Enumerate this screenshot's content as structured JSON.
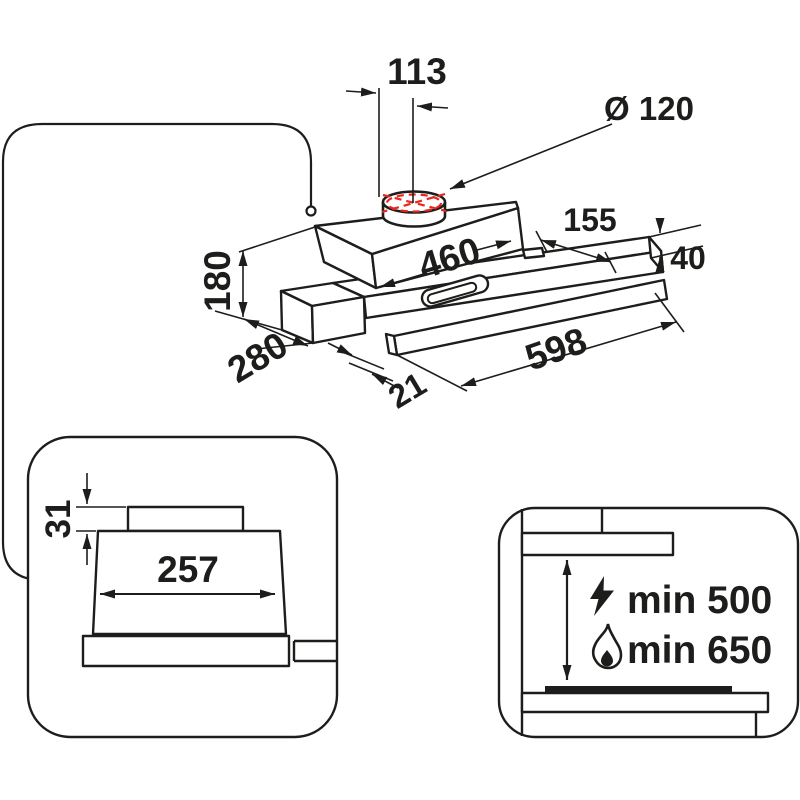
{
  "colors": {
    "line": "#1d1d1b",
    "knockout_red": "#e8251f",
    "background": "#ffffff"
  },
  "isometric_view": {
    "duct_rear_offset": "113",
    "duct_diameter": "Ø 120",
    "visor_extension": "155",
    "visor_height": "40",
    "body_width": "460",
    "total_height": "180",
    "depth": "280",
    "front_lip_offset": "21",
    "total_width": "598"
  },
  "front_view": {
    "duct_stub_height": "31",
    "duct_stub_width": "257"
  },
  "installation_view": {
    "electric_clearance": "min 500",
    "gas_clearance": "min 650",
    "electric_icon": "lightning-bolt-icon",
    "gas_icon": "flame-icon"
  }
}
